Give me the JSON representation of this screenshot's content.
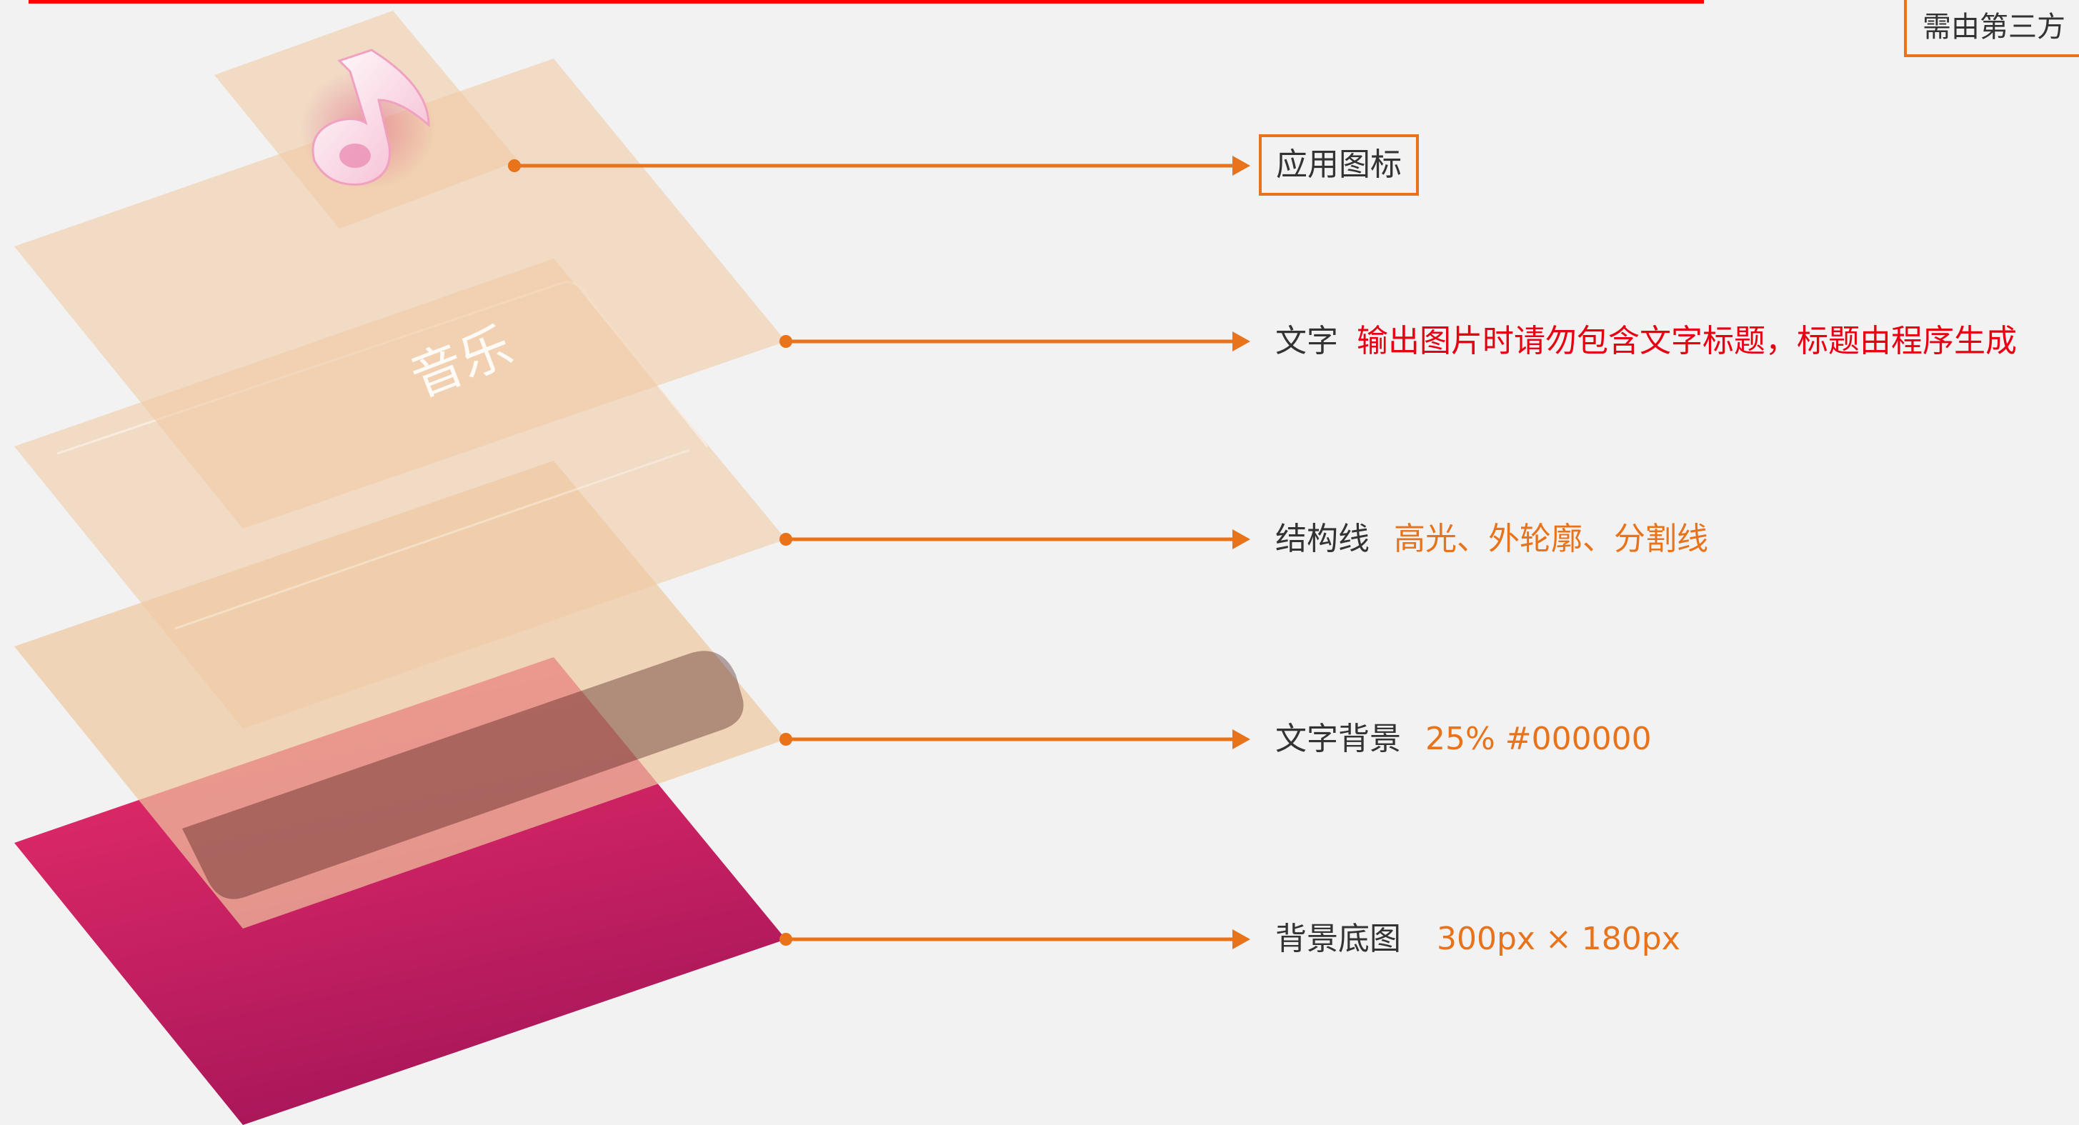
{
  "corner_note": {
    "text": "需由第三方"
  },
  "layers": [
    {
      "id": "app-icon",
      "title": "应用图标",
      "note": "",
      "note_color": "#e8731a",
      "boxed": true
    },
    {
      "id": "text",
      "title": "文字",
      "note": "输出图片时请勿包含文字标题，标题由程序生成",
      "note_color": "#e60012",
      "boxed": false
    },
    {
      "id": "structure-lines",
      "title": "结构线",
      "note": "高光、外轮廓、分割线",
      "note_color": "#e8731a",
      "boxed": false
    },
    {
      "id": "text-background",
      "title": "文字背景",
      "note": "25% #000000",
      "note_color": "#e8731a",
      "boxed": false
    },
    {
      "id": "background-image",
      "title": "背景底图",
      "note": "300px × 180px",
      "note_color": "#e8731a",
      "boxed": false
    }
  ],
  "card_title": "音乐",
  "colors": {
    "accent": "#e8731a",
    "top_bar": "#ff0000",
    "warning_text": "#e60012",
    "layer_fill": "#f0c8a0",
    "gradient_top": "#f12f6c",
    "gradient_bottom": "#a9175a"
  }
}
